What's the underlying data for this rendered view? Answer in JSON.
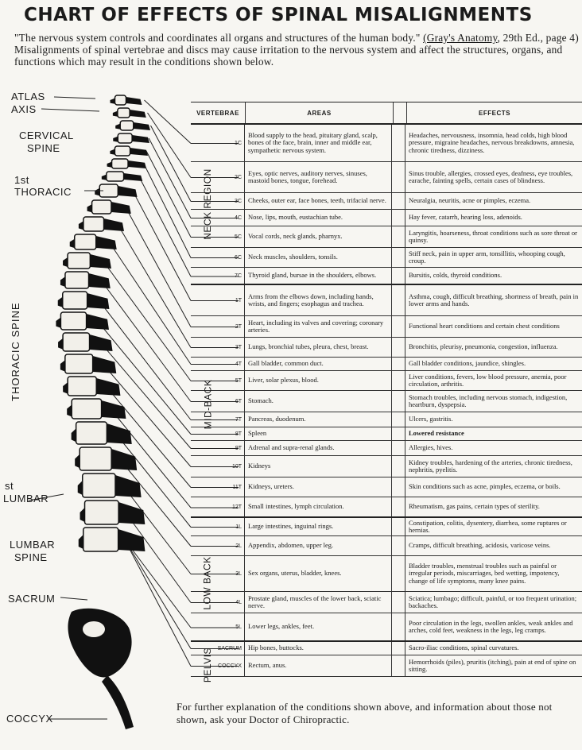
{
  "title": "CHART OF EFFECTS OF SPINAL MISALIGNMENTS",
  "intro": {
    "quote": "\"The nervous system controls and coordinates all organs and structures of the human body.\"",
    "source": "(Gray's Anatomy",
    "source_rest": ", 29th Ed., page 4)",
    "body": " Misalignments of spinal vertebrae and discs may cause irritation to the nervous system and affect the structures, organs, and functions which may result in the conditions shown below."
  },
  "spine_labels": {
    "atlas": "ATLAS",
    "axis": "AXIS",
    "cervical": "CERVICAL",
    "cervical2": "SPINE",
    "first_thoracic_a": "1st",
    "first_thoracic_b": "THORACIC",
    "thoracic_spine": "THORACIC SPINE",
    "first_lumbar_a": "st",
    "first_lumbar_b": "LUMBAR",
    "lumbar": "LUMBAR",
    "lumbar2": "SPINE",
    "sacrum": "SACRUM",
    "coccyx": "COCCYX"
  },
  "table": {
    "headers": {
      "vertebrae": "VERTEBRAE",
      "areas": "AREAS",
      "effects": "EFFECTS"
    },
    "regions": {
      "neck": "NECK REGION",
      "mid": "MID-BACK",
      "low": "LOW BACK",
      "pelvis": "PELVIS"
    },
    "rows": [
      {
        "v": "1C",
        "area": "Blood supply to the head, pituitary gland, scalp, bones of the face, brain, inner and middle ear, sympathetic nervous system.",
        "effect": "Headaches, nervousness, insomnia, head colds, high blood pressure, migraine headaches, nervous breakdowns, amnesia, chronic tiredness, dizziness."
      },
      {
        "v": "2C",
        "area": "Eyes, optic nerves, auditory nerves, sinuses, mastoid bones, tongue, forehead.",
        "effect": "Sinus trouble, allergies, crossed eyes, deafness, eye troubles, earache, fainting spells, certain cases of blindness."
      },
      {
        "v": "3C",
        "area": "Cheeks, outer ear, face bones, teeth, trifacial nerve.",
        "effect": "Neuralgia, neuritis, acne or pimples, eczema."
      },
      {
        "v": "4C",
        "area": "Nose, lips, mouth, eustachian tube.",
        "effect": "Hay fever, catarrh, hearing loss, adenoids."
      },
      {
        "v": "5C",
        "area": "Vocal cords, neck glands, pharnyx.",
        "effect": "Laryngitis, hoarseness, throat conditions such as sore throat or quinsy."
      },
      {
        "v": "6C",
        "area": "Neck muscles, shoulders, tonsils.",
        "effect": "Stiff neck, pain in upper arm, tonsillitis, whooping cough, croup."
      },
      {
        "v": "7C",
        "area": "Thyroid gland, bursae in the shoulders, elbows.",
        "effect": "Bursitis, colds, thyroid conditions."
      },
      {
        "v": "1T",
        "area": "Arms from the elbows down, including hands, wrists, and fingers; esophagus and trachea.",
        "effect": "Asthma, cough, difficult breathing, shortness of breath, pain in lower arms and hands."
      },
      {
        "v": "2T",
        "area": "Heart, including its valves and covering; coronary arteries.",
        "effect": "Functional heart conditions and certain chest conditions"
      },
      {
        "v": "3T",
        "area": "Lungs, bronchial tubes, pleura, chest, breast.",
        "effect": "Bronchitis, pleurisy, pneumonia, congestion, influenza."
      },
      {
        "v": "4T",
        "area": "Gall bladder, common duct.",
        "effect": "Gall bladder conditions, jaundice, shingles."
      },
      {
        "v": "5T",
        "area": "Liver, solar plexus, blood.",
        "effect": "Liver conditions, fevers, low blood pressure, anemia, poor circulation, arthritis."
      },
      {
        "v": "6T",
        "area": "Stomach.",
        "effect": "Stomach troubles, including nervous stomach, indigestion, heartburn, dyspepsia."
      },
      {
        "v": "7T",
        "area": "Pancreas, duodenum.",
        "effect": "Ulcers, gastritis."
      },
      {
        "v": "8T",
        "area": "Spleen",
        "effect": "Lowered resistance"
      },
      {
        "v": "9T",
        "area": "Adrenal and supra-renal glands.",
        "effect": "Allergies, hives."
      },
      {
        "v": "10T",
        "area": "Kidneys",
        "effect": "Kidney troubles, hardening of the arteries, chronic tiredness, nephritis, pyelitis."
      },
      {
        "v": "11T",
        "area": "Kidneys, ureters.",
        "effect": "Skin conditions such as acne, pimples, eczema, or boils."
      },
      {
        "v": "12T",
        "area": "Small intestines, lymph circulation.",
        "effect": "Rheumatism, gas pains, certain types of sterility."
      },
      {
        "v": "1L",
        "area": "Large intestines, inguinal rings.",
        "effect": "Constipation, colitis, dysentery, diarrhea, some ruptures or hernias."
      },
      {
        "v": "2L",
        "area": "Appendix, abdomen, upper leg.",
        "effect": "Cramps, difficult breathing, acidosis, varicose veins."
      },
      {
        "v": "3L",
        "area": "Sex organs, uterus, bladder, knees.",
        "effect": "Bladder troubles, menstrual troubles such as painful or irregular periods, miscarriages, bed wetting, impotency, change of life symptoms, many knee pains."
      },
      {
        "v": "4L",
        "area": "Prostate gland, muscles of the lower back, sciatic nerve.",
        "effect": "Sciatica; lumbago; difficult, painful, or too frequent urination; backaches."
      },
      {
        "v": "5L",
        "area": "Lower legs, ankles, feet.",
        "effect": "Poor circulation in the legs, swollen ankles, weak ankles and arches, cold feet, weakness in the legs, leg cramps."
      },
      {
        "v": "SACRUM",
        "area": "Hip bones, buttocks.",
        "effect": "Sacro-iliac conditions, spinal curvatures."
      },
      {
        "v": "COCCYX",
        "area": "Rectum, anus.",
        "effect": "Hemorrhoids (piles), pruritis (itching), pain at end of spine on sitting."
      }
    ]
  },
  "footer": "For further explanation of the conditions shown above, and information about those not shown, ask your Doctor of Chiropractic."
}
